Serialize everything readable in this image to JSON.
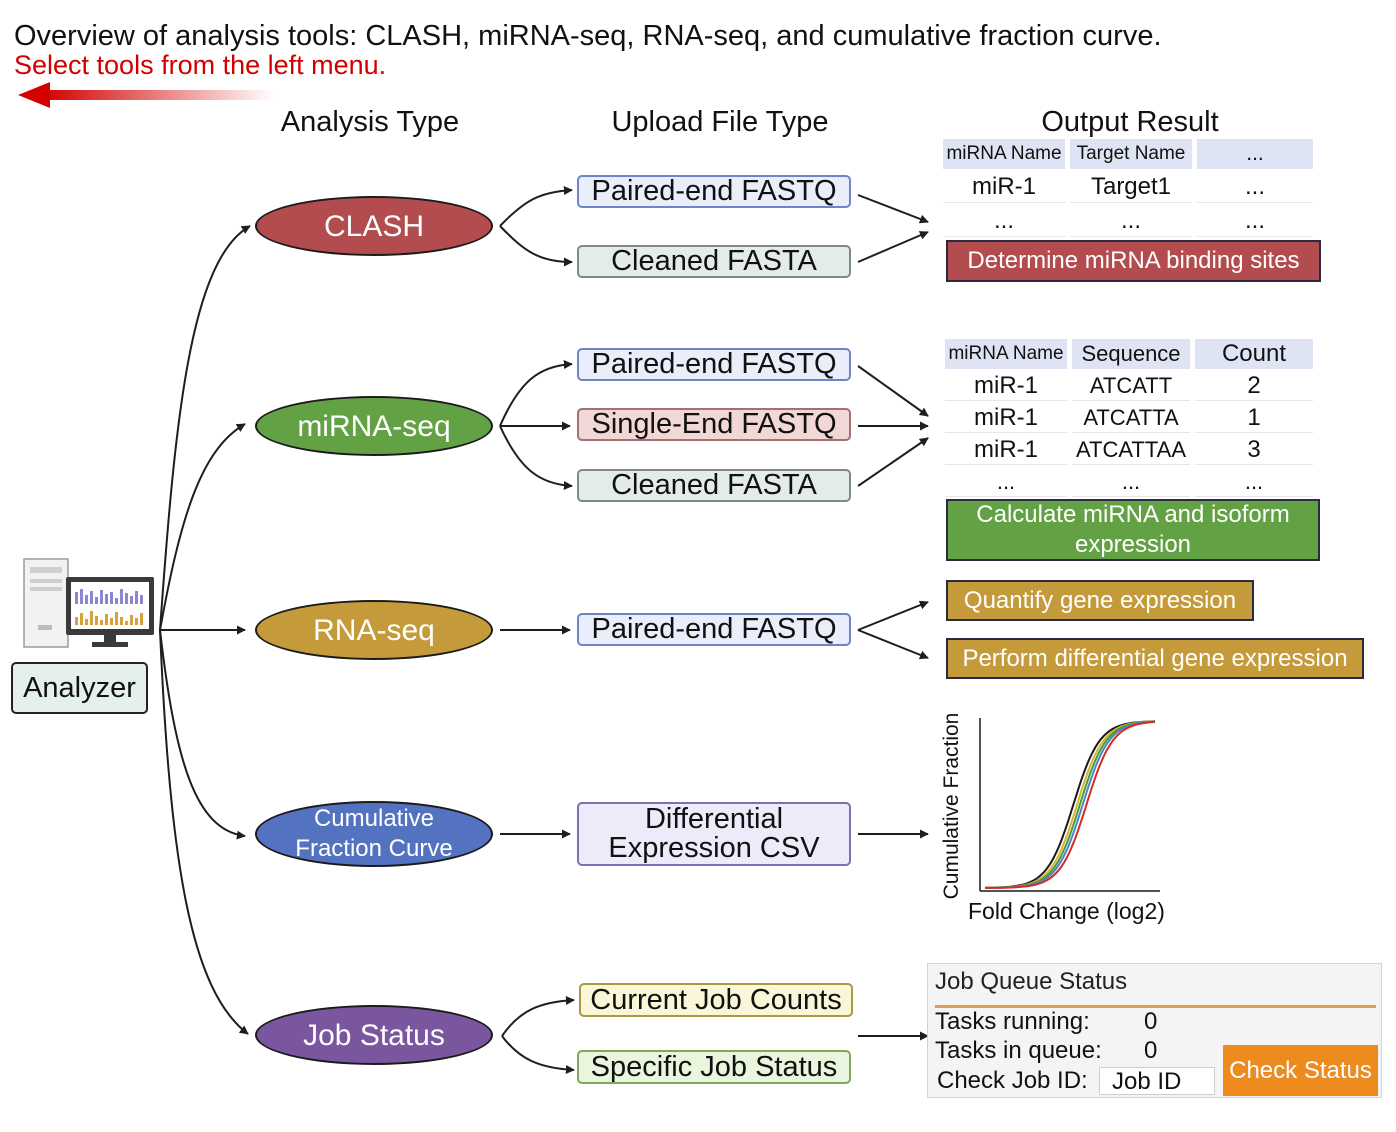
{
  "header": {
    "intro": "Overview of analysis tools: CLASH, miRNA-seq, RNA-seq, and cumulative fraction curve.",
    "hint": "Select tools from the left menu."
  },
  "columns": {
    "analysis_type": "Analysis Type",
    "upload_file_type": "Upload File Type",
    "output_result": "Output Result"
  },
  "analyzer": {
    "label": "Analyzer"
  },
  "analyses": [
    {
      "label": "CLASH",
      "color": "#b34c4e"
    },
    {
      "label": "miRNA-seq",
      "color": "#62a144"
    },
    {
      "label": "RNA-seq",
      "color": "#c59a3a"
    },
    {
      "label": "Cumulative Fraction Curve",
      "color": "#5373c1"
    },
    {
      "label": "Job Status",
      "color": "#7a569f"
    }
  ],
  "file_types": {
    "clash": [
      "Paired-end FASTQ",
      "Cleaned FASTA"
    ],
    "mirna": [
      "Paired-end FASTQ",
      "Single-End FASTQ",
      "Cleaned FASTA"
    ],
    "rnaseq": [
      "Paired-end FASTQ"
    ],
    "cfc": [
      "Differential Expression CSV"
    ],
    "job": [
      "Current Job Counts",
      "Specific Job Status"
    ]
  },
  "clash_table": {
    "headers": [
      "miRNA Name",
      "Target Name",
      "..."
    ],
    "rows": [
      [
        "miR-1",
        "Target1",
        "..."
      ],
      [
        "...",
        "...",
        "..."
      ]
    ]
  },
  "clash_result": "Determine miRNA binding sites",
  "mirna_table": {
    "headers": [
      "miRNA Name",
      "Sequence",
      "Count"
    ],
    "rows": [
      [
        "miR-1",
        "ATCATT",
        "2"
      ],
      [
        "miR-1",
        "ATCATTA",
        "1"
      ],
      [
        "miR-1",
        "ATCATTAA",
        "3"
      ],
      [
        "...",
        "...",
        "..."
      ]
    ]
  },
  "mirna_result": "Calculate miRNA and isoform expression",
  "rnaseq_results": [
    "Quantify gene expression",
    "Perform differential gene expression"
  ],
  "cfc_chart": {
    "ylabel": "Cumulative Fraction",
    "xlabel": "Fold Change (log2)",
    "curve_colors": [
      "#1a1a1a",
      "#d6b52a",
      "#4a9a3f",
      "#4a86c8",
      "#d42a2a"
    ]
  },
  "job_panel": {
    "title": "Job Queue Status",
    "running_label": "Tasks running:",
    "running_value": "0",
    "queue_label": "Tasks in queue:",
    "queue_value": "0",
    "check_label": "Check Job ID:",
    "job_id_placeholder": "Job ID",
    "button": "Check Status"
  },
  "colors": {
    "hint_red": "#d40000",
    "file_blue_fill": "#eaeefb",
    "file_blue_border": "#6d84c7",
    "file_grey_fill": "#e4ecea",
    "file_grey_border": "#7f8a88",
    "file_pink_fill": "#f1d7d6",
    "file_pink_border": "#a37171",
    "file_purple_fill": "#eeeafa",
    "file_purple_border": "#7b6fb8",
    "file_yellow_fill": "#faf6d8",
    "file_yellow_border": "#a89a45",
    "file_green_fill": "#e9f5dc",
    "file_green_border": "#7ea760",
    "table_header_fill": "#dfe4f5",
    "check_button": "#ee8b1f"
  }
}
